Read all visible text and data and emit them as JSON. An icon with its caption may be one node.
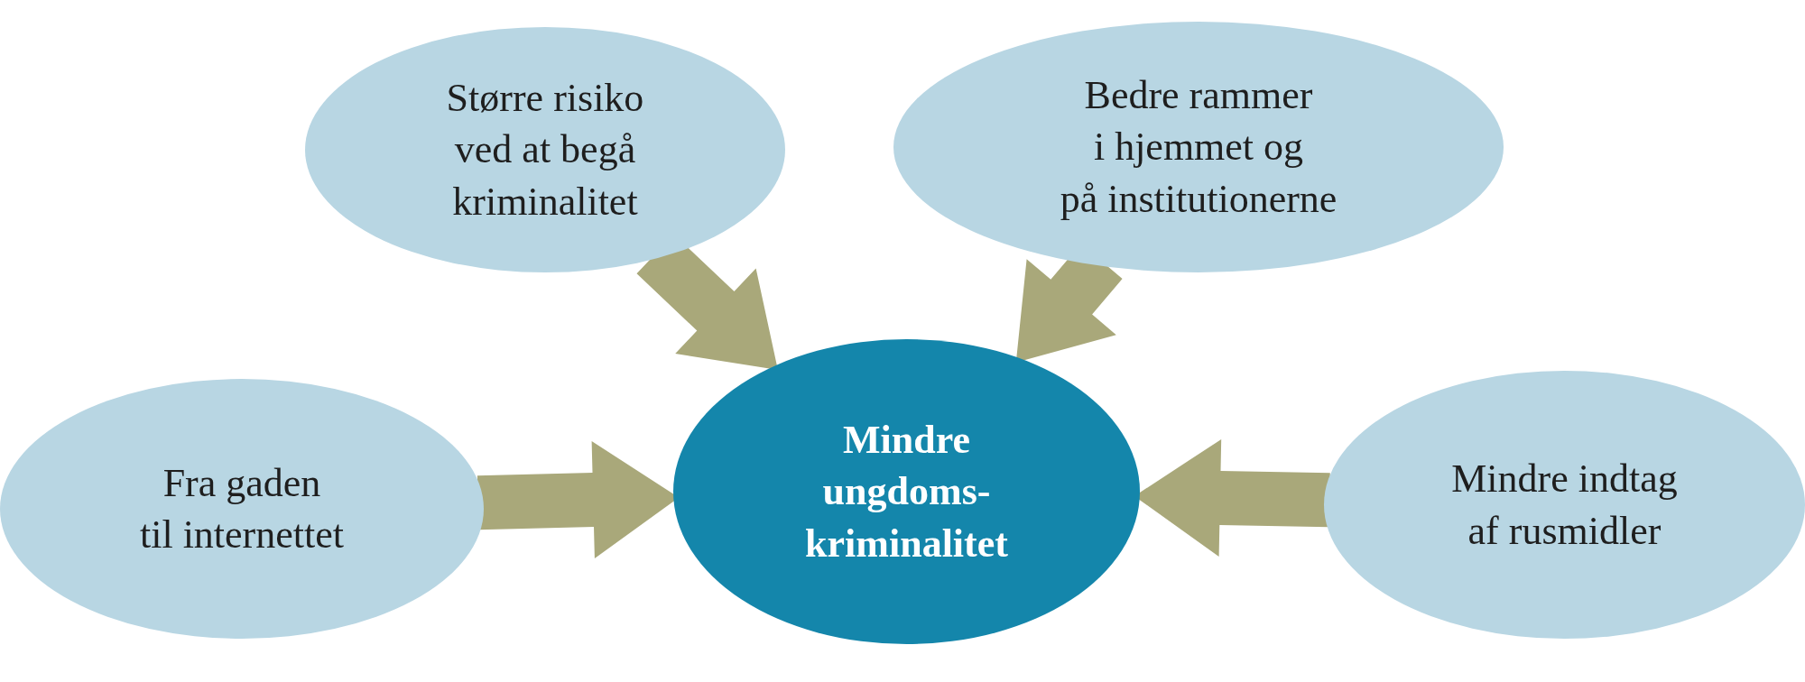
{
  "diagram": {
    "nodes": [
      {
        "text": [
          "Større risiko ved at begå kriminalitet"
        ]
      },
      {
        "text": [
          "Bedre rammer i hjemmet og på institutionerne"
        ]
      },
      {
        "text": [
          "Fra gaden til internettet"
        ]
      },
      {
        "text": [
          "Mindre ungdoms- kriminalitet"
        ]
      },
      {
        "text": [
          "Mindre indtag af rusmidler"
        ]
      }
    ],
    "edges": [
      {
        "from": 0,
        "to": 3,
        "arrow": "to"
      },
      {
        "from": 1,
        "to": 3,
        "arrow": "to"
      },
      {
        "from": 2,
        "to": 3,
        "arrow": "to"
      },
      {
        "from": 4,
        "to": 3,
        "arrow": "to"
      }
    ]
  }
}
